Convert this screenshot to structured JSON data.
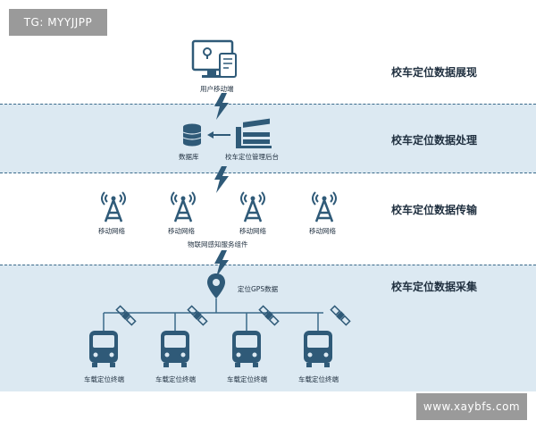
{
  "watermarks": {
    "top_left": "TG: MYYJJPP",
    "bottom_right": "www.xaybfs.com"
  },
  "layers": [
    {
      "label": "校车定位数据展现"
    },
    {
      "label": "校车定位数据处理"
    },
    {
      "label": "校车定位数据传输"
    },
    {
      "label": "校车定位数据采集"
    }
  ],
  "nodes": {
    "user_mobile": "用户移动端",
    "database": "数据库",
    "backend": "校车定位管理后台",
    "networks": [
      "移动网络",
      "移动网络",
      "移动网络",
      "移动网络"
    ],
    "iot_service": "物联网感知服务组件",
    "gps_data": "定位GPS数据",
    "terminals": [
      "车载定位终端",
      "车载定位终端",
      "车载定位终端",
      "车载定位终端"
    ]
  },
  "colors": {
    "primary": "#3b6a8a",
    "band": "#dce9f2",
    "icon": "#2f5a78",
    "watermark_bg": "#9a9a9a"
  }
}
